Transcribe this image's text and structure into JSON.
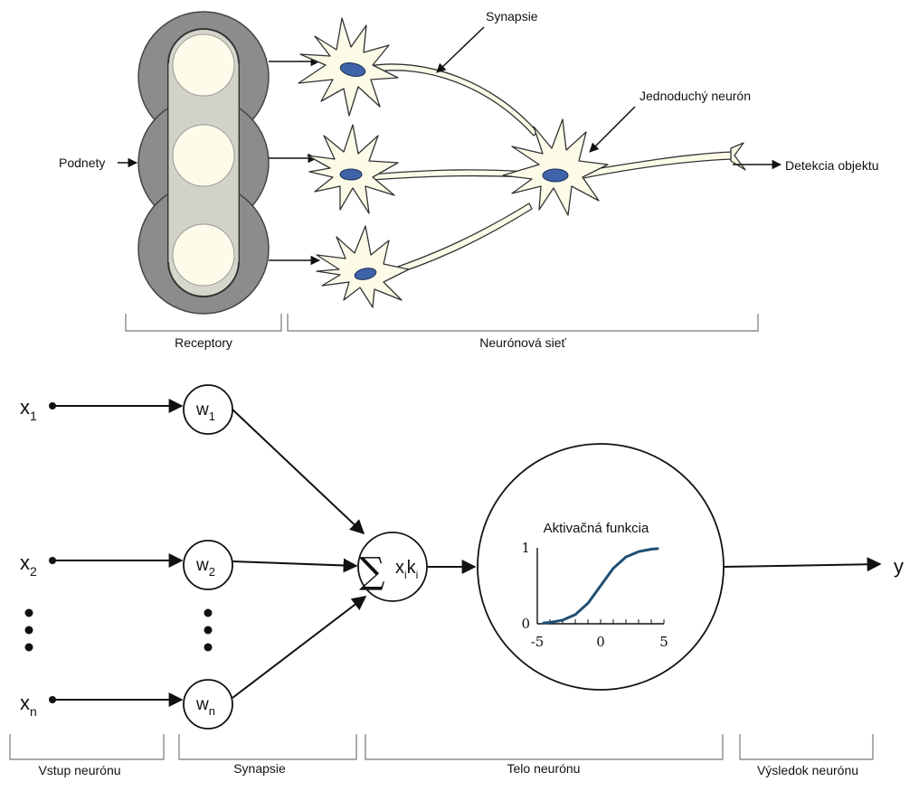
{
  "top": {
    "labels": {
      "podnety": "Podnety",
      "synapsie": "Synapsie",
      "jednoduchy_neuron": "Jednoduchý neurón",
      "detekcia": "Detekcia objektu",
      "receptory": "Receptory",
      "neuronova_siet": "Neurónová sieť"
    }
  },
  "bottom": {
    "inputs": [
      {
        "base": "x",
        "sub": "1"
      },
      {
        "base": "x",
        "sub": "2"
      },
      {
        "base": "x",
        "sub": "n"
      }
    ],
    "weights": [
      {
        "base": "w",
        "sub": "1"
      },
      {
        "base": "w",
        "sub": "2"
      },
      {
        "base": "w",
        "sub": "n"
      }
    ],
    "sum": {
      "symbol": "∑",
      "x": "x",
      "xi": "i",
      "k": "k",
      "ki": "i"
    },
    "output_label": "y",
    "activation": {
      "title": "Aktivačná funkcia",
      "y_ticks": [
        "1",
        "0"
      ],
      "x_ticks": [
        "-5",
        "0",
        "5"
      ]
    },
    "sections": {
      "vstup": "Vstup neurónu",
      "synapsie": "Synapsie",
      "telo": "Telo neurónu",
      "vysledok": "Výsledok neurónu"
    }
  },
  "colors": {
    "receptor_outer": "#8c8c8c",
    "receptor_inner": "#fdfbe9",
    "tube": "#d6d6cc",
    "neuron_body": "#fbfbe8",
    "nucleus": "#3f63a8",
    "curve": "#1f4f74"
  },
  "chart_data": {
    "type": "line",
    "title": "Aktivačná funkcia",
    "x": [
      -4.5,
      -4,
      -3,
      -2,
      -1,
      0,
      1,
      2,
      3,
      4,
      4.5
    ],
    "y": [
      0.01,
      0.018,
      0.047,
      0.12,
      0.27,
      0.5,
      0.73,
      0.88,
      0.95,
      0.982,
      0.99
    ],
    "xlim": [
      -5,
      5
    ],
    "ylim": [
      0,
      1
    ],
    "x_ticks": [
      -5,
      0,
      5
    ],
    "y_ticks": [
      0,
      1
    ]
  }
}
